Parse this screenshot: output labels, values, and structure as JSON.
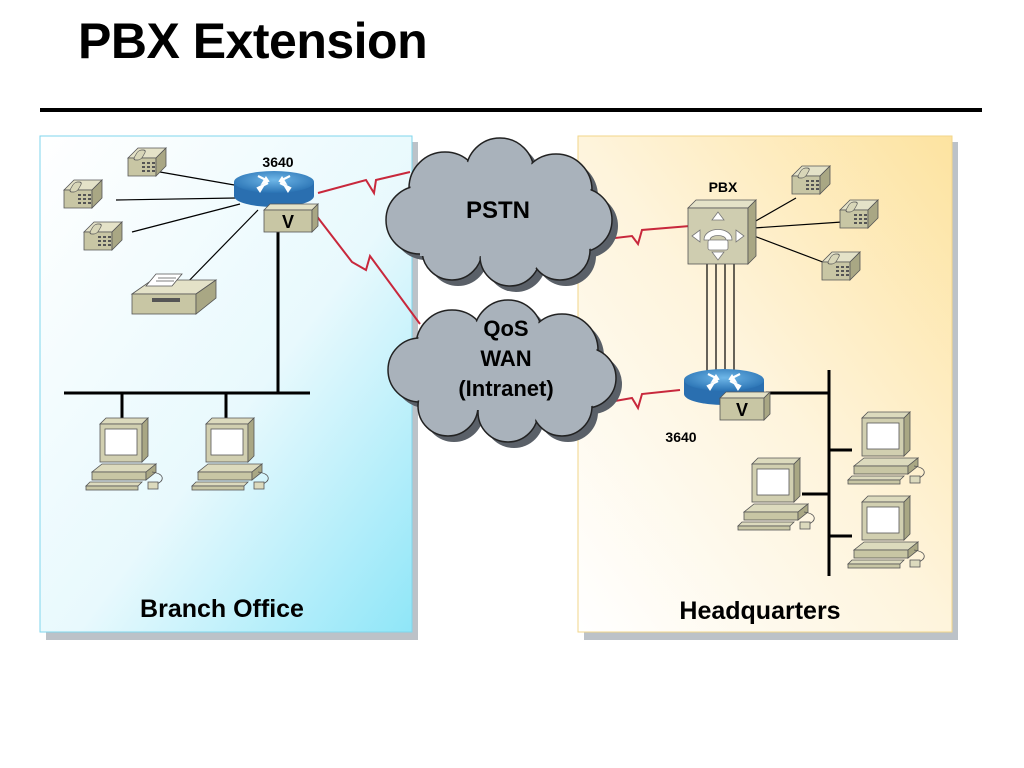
{
  "slide": {
    "title": "PBX Extension"
  },
  "branch": {
    "label": "Branch Office",
    "router_label": "3640",
    "voice_module": "V"
  },
  "hq": {
    "label": "Headquarters",
    "pbx_label": "PBX",
    "router_label": "3640",
    "voice_module": "V"
  },
  "clouds": {
    "pstn": "PSTN",
    "wan_line1": "QoS",
    "wan_line2": "WAN",
    "wan_line3": "(Intranet)"
  },
  "colors": {
    "branch_bg": "#8fe6f8",
    "hq_bg": "#fde6a8",
    "cloud": "#a9b2bb",
    "router": "#3a86c4",
    "link": "#c8283c",
    "device": "#c8c6a4"
  }
}
